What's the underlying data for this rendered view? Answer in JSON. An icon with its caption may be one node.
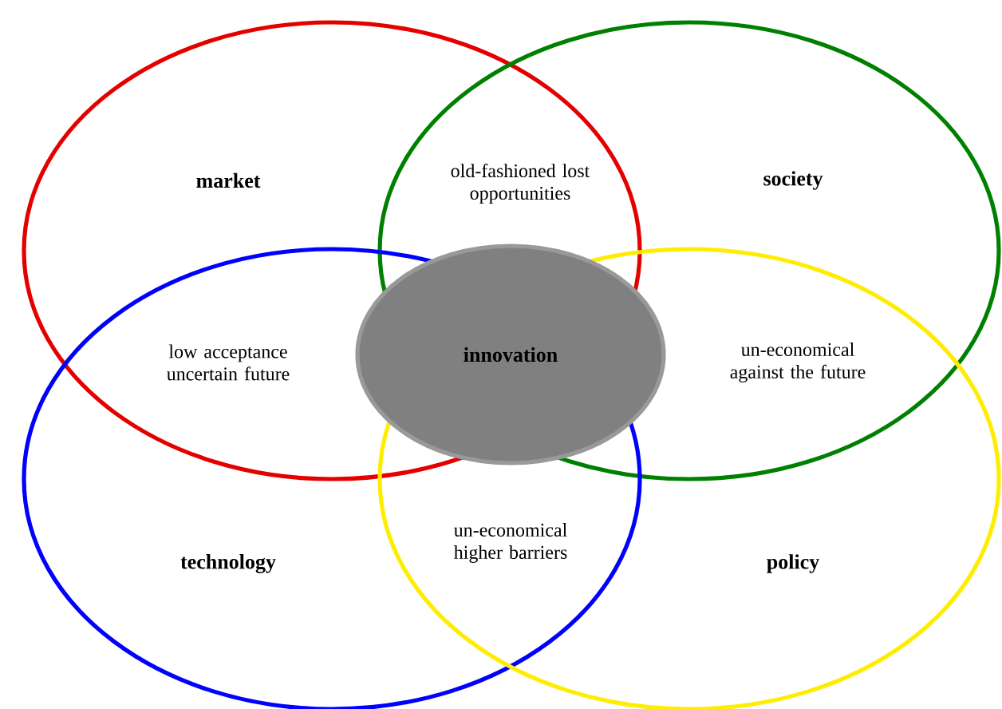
{
  "diagram": {
    "nodes": [
      {
        "text": [
          "market"
        ]
      },
      {
        "text": [
          "society"
        ]
      },
      {
        "text": [
          "technology"
        ]
      },
      {
        "text": [
          "policy"
        ]
      },
      {
        "text": [
          "innovation"
        ]
      }
    ],
    "labels": [
      "old-fashioned lost opportunities",
      "low acceptance uncertain future",
      "un-economical against the future",
      "un-economical higher barriers"
    ]
  }
}
